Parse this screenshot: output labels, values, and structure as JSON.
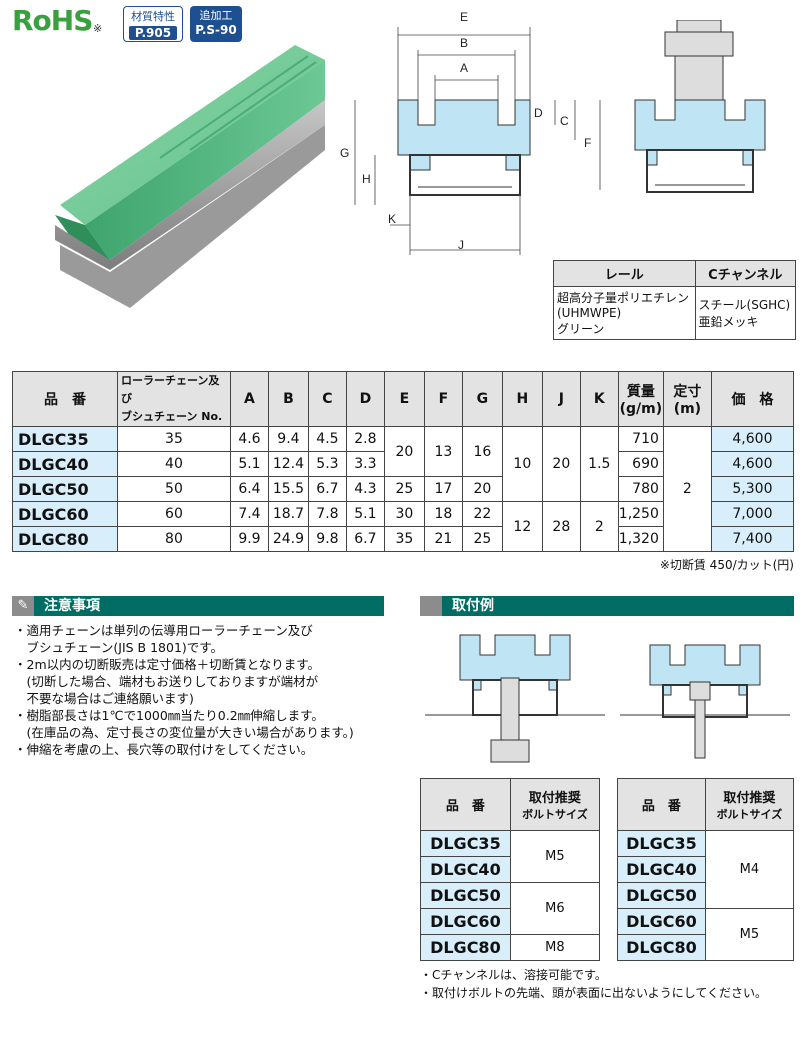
{
  "header": {
    "rohs": "RoHS",
    "rohs_note": "※",
    "badge_spec_top": "材質特性",
    "badge_spec_ref": "P.905",
    "badge_add_top": "追加工",
    "badge_add_ref": "P.S-90"
  },
  "diagram": {
    "labels": [
      "E",
      "B",
      "A",
      "D",
      "C",
      "G",
      "F",
      "H",
      "K",
      "J"
    ]
  },
  "materials": {
    "headers": [
      "レール",
      "Cチャンネル"
    ],
    "rail": [
      "超高分子量ポリエチレン",
      "(UHMWPE)",
      "グリーン"
    ],
    "channel": [
      "スチール(SGHC)",
      "亜鉛メッキ"
    ]
  },
  "spec": {
    "headers": {
      "part": "品　番",
      "chain_1": "ローラーチェーン及び",
      "chain_2": "ブシュチェーン No.",
      "A": "A",
      "B": "B",
      "C": "C",
      "D": "D",
      "E": "E",
      "F": "F",
      "G": "G",
      "H": "H",
      "J": "J",
      "K": "K",
      "mass_1": "質量",
      "mass_2": "(g/m)",
      "len_1": "定寸",
      "len_2": "(m)",
      "price": "価　格"
    },
    "rows": [
      {
        "part": "DLGC35",
        "chain": "35",
        "A": "4.6",
        "B": "9.4",
        "C": "4.5",
        "D": "2.8",
        "mass": "710",
        "price": "4,600"
      },
      {
        "part": "DLGC40",
        "chain": "40",
        "A": "5.1",
        "B": "12.4",
        "C": "5.3",
        "D": "3.3",
        "mass": "690",
        "price": "4,600"
      },
      {
        "part": "DLGC50",
        "chain": "50",
        "A": "6.4",
        "B": "15.5",
        "C": "6.7",
        "D": "4.3",
        "mass": "780",
        "price": "5,300"
      },
      {
        "part": "DLGC60",
        "chain": "60",
        "A": "7.4",
        "B": "18.7",
        "C": "7.8",
        "D": "5.1",
        "mass": "1,250",
        "price": "7,000"
      },
      {
        "part": "DLGC80",
        "chain": "80",
        "A": "9.9",
        "B": "24.9",
        "C": "9.8",
        "D": "6.7",
        "mass": "1,320",
        "price": "7,400"
      }
    ],
    "merged": {
      "E_35_40": "20",
      "F_35_40": "13",
      "G_35_40": "16",
      "E_50": "25",
      "F_50": "17",
      "G_50": "20",
      "E_60": "30",
      "F_60": "18",
      "G_60": "22",
      "E_80": "35",
      "F_80": "21",
      "G_80": "25",
      "H_35_50": "10",
      "J_35_50": "20",
      "K_35_50": "1.5",
      "H_60_80": "12",
      "J_60_80": "28",
      "K_60_80": "2",
      "length": "2"
    },
    "cut_note": "※切断賃 450/カット(円)"
  },
  "caution": {
    "title": "注意事項",
    "lines": [
      "・適用チェーンは単列の伝導用ローラーチェーン及び",
      "　ブシュチェーン(JIS B 1801)です。",
      "・2m以内の切断販売は定寸価格＋切断賃となります。",
      "　(切断した場合、端材もお送りしておりますが端材が",
      "　不要な場合はご連絡願います)",
      "・樹脂部長さは1℃で1000㎜当たり0.2㎜伸縮します。",
      "　(在庫品の為、定寸長さの変位量が大きい場合があります。)",
      "・伸縮を考慮の上、長穴等の取付けをしてください。"
    ]
  },
  "mounting": {
    "title": "取付例",
    "head_part": "品　番",
    "head_bolt_1": "取付推奨",
    "head_bolt_2": "ボルトサイズ",
    "left": {
      "parts": [
        "DLGC35",
        "DLGC40",
        "DLGC50",
        "DLGC60",
        "DLGC80"
      ],
      "bolts": [
        "M5",
        "M6",
        "M8"
      ]
    },
    "right": {
      "parts": [
        "DLGC35",
        "DLGC40",
        "DLGC50",
        "DLGC60",
        "DLGC80"
      ],
      "bolts": [
        "M4",
        "M5"
      ]
    },
    "notes": [
      "・Cチャンネルは、溶接可能です。",
      "・取付けボルトの先端、頭が表面に出ないようにしてください。"
    ]
  }
}
